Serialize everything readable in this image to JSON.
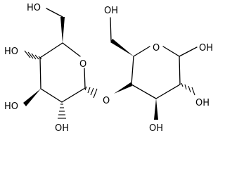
{
  "molecule": {
    "left_ring": {
      "ch2oh_top": "HO",
      "c4_oh": "HO",
      "c3_oh": "HO",
      "c2_oh": "OH",
      "ring_oxygen": "O"
    },
    "glycosidic_oxygen": "O",
    "right_ring": {
      "ch2oh_top": "OH",
      "ring_oxygen": "O",
      "anomeric_oh": "OH",
      "c2_oh": "OH",
      "c3_oh": "OH"
    }
  }
}
